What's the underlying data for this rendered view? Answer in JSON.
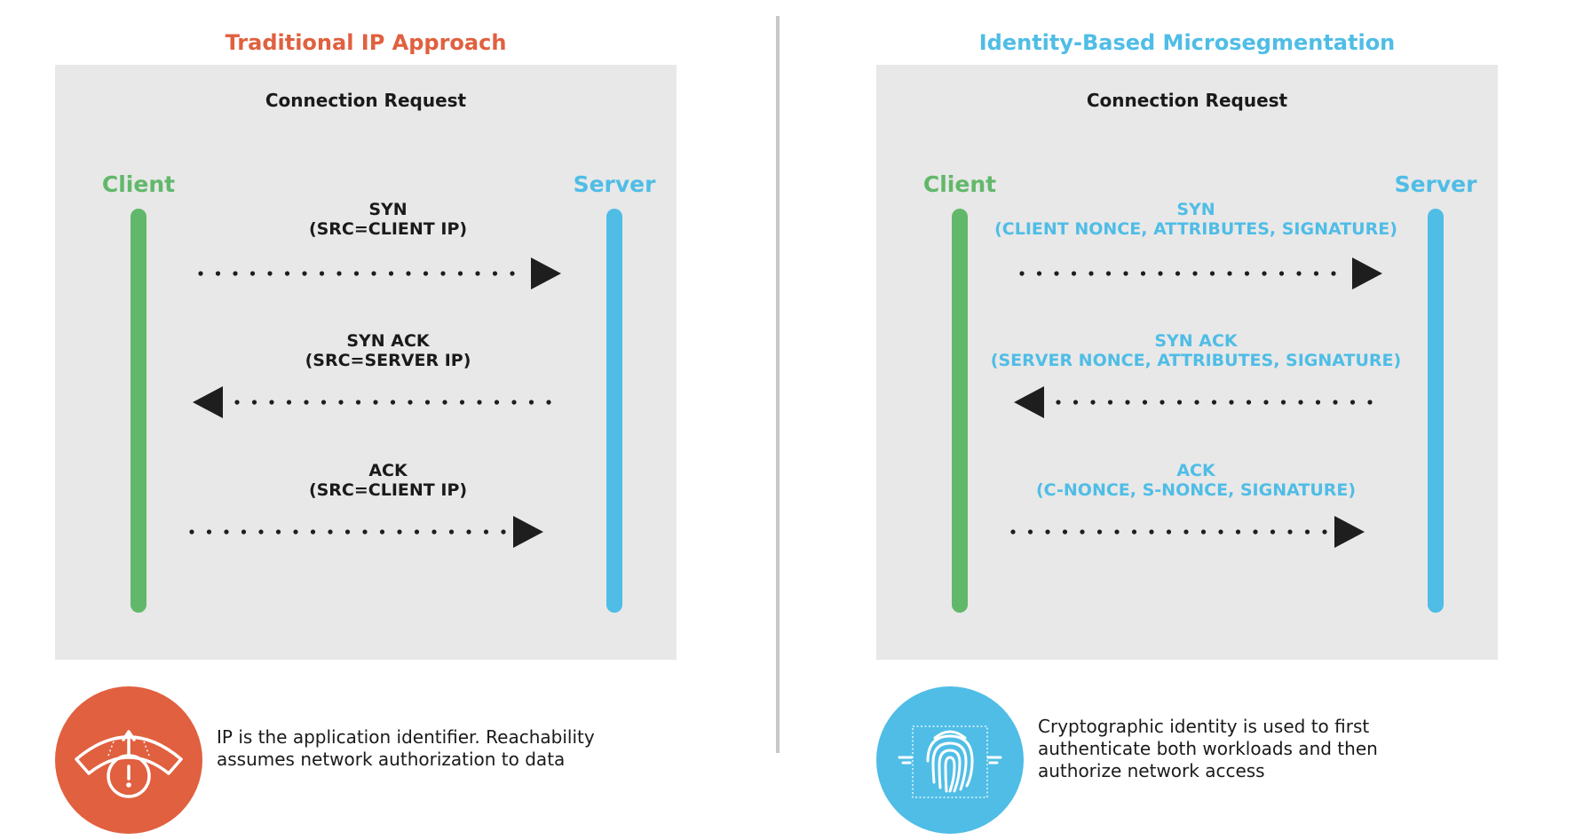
{
  "colors": {
    "left_title": "#e0603f",
    "right_title": "#4fbde6",
    "client": "#62b86a",
    "server": "#4fbde6",
    "arrow": "#1e1e1e",
    "left_badge": "#e0603f",
    "right_badge": "#4fbde6"
  },
  "left": {
    "title": "Traditional IP Approach",
    "heading": "Connection Request",
    "client_label": "Client",
    "server_label": "Server",
    "messages": [
      {
        "line1": "SYN",
        "line2": "(SRC=CLIENT IP)",
        "direction": "right"
      },
      {
        "line1": "SYN ACK",
        "line2": "(SRC=SERVER IP)",
        "direction": "left"
      },
      {
        "line1": "ACK",
        "line2": "(SRC=CLIENT IP)",
        "direction": "right"
      }
    ],
    "badge_icon": "warning-gauge-icon",
    "caption_line1": "IP is the application identifier. Reachability",
    "caption_line2": "assumes network authorization to data"
  },
  "right": {
    "title": "Identity-Based Microsegmentation",
    "heading": "Connection Request",
    "client_label": "Client",
    "server_label": "Server",
    "messages": [
      {
        "line1": "SYN",
        "line2": "(CLIENT NONCE, ATTRIBUTES, SIGNATURE)",
        "direction": "right"
      },
      {
        "line1": "SYN ACK",
        "line2": "(SERVER NONCE, ATTRIBUTES, SIGNATURE)",
        "direction": "left"
      },
      {
        "line1": "ACK",
        "line2": "(C-NONCE, S-NONCE, SIGNATURE)",
        "direction": "right"
      }
    ],
    "badge_icon": "fingerprint-icon",
    "caption_line1": "Cryptographic identity is used to first",
    "caption_line2": "authenticate both workloads and then",
    "caption_line3": "authorize network access"
  }
}
